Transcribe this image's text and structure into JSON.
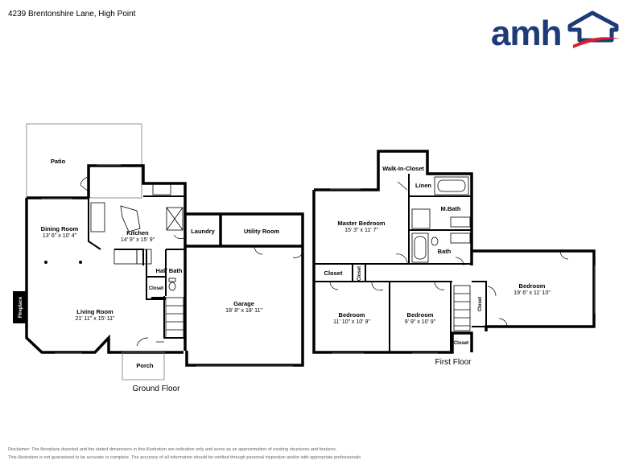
{
  "header": {
    "address": "4239 Brentonshire Lane, High Point",
    "logo_text": "amh",
    "brand_color": "#1f3a78",
    "accent_color": "#d81f2a"
  },
  "ground_floor": {
    "label": "Ground Floor",
    "rooms": {
      "patio": "Patio",
      "dining_name": "Dining Room",
      "dining_dim": "13' 6\" x 10' 4\"",
      "kitchen_name": "Kitchen",
      "kitchen_dim": "14' 9\" x 15' 9\"",
      "laundry": "Laundry",
      "utility": "Utility Room",
      "half_bath": "Half Bath",
      "closet": "Closet",
      "living_name": "Living Room",
      "living_dim": "21' 11\" x 15' 11\"",
      "fireplace": "Fireplace",
      "porch": "Porch",
      "garage_name": "Garage",
      "garage_dim": "18' 8\" x 18' 11\""
    }
  },
  "first_floor": {
    "label": "First Floor",
    "rooms": {
      "walkin": "Walk-In-Closet",
      "linen": "Linen",
      "mbath": "M.Bath",
      "master_name": "Master Bedroom",
      "master_dim": "15' 3\" x 11' 7\"",
      "bath": "Bath",
      "closet_a": "Closet",
      "closet_b": "Closet",
      "bed1_name": "Bedroom",
      "bed1_dim": "11' 10\" x 10' 9\"",
      "bed2_name": "Bedroom",
      "bed2_dim": "9' 9\" x 10' 9\"",
      "closet_c": "Closet",
      "closet_d": "Closet",
      "bed3_name": "Bedroom",
      "bed3_dim": "19' 6\" x 11' 10\""
    }
  },
  "disclaimer": {
    "line1": "Disclaimer: The floorplans depicted and the stated dimensions in this illustration are indicative only and serve as an approximation of existing structures and features.",
    "line2": "This illustration is not guaranteed to be accurate or complete. The accuracy of all information should be verified through personal inspection and/or with appropriate professionals."
  }
}
